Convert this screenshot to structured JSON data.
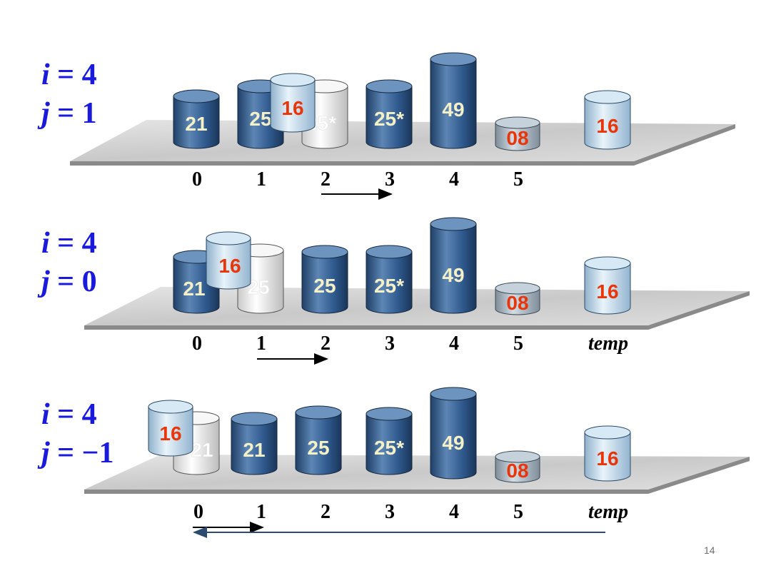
{
  "page_number": "14",
  "colors": {
    "blue_cylinder": "#2f5a8e",
    "light_cylinder": "#bcd8ec",
    "white_cylinder": "#f2f2f2",
    "gray_cylinder": "#a9b7c2",
    "variable_text": "#1a1adc",
    "temp_value_text": "#e8360a",
    "arrow_blue": "#2b4a70"
  },
  "rows": [
    {
      "i_label": "i",
      "i_eq": "= 4",
      "j_label": "j",
      "j_eq": "= 1",
      "indices": [
        "0",
        "1",
        "2",
        "3",
        "4",
        "5"
      ],
      "temp_label": "",
      "cylinders": [
        {
          "value": "21",
          "style": "blue"
        },
        {
          "value": "25",
          "style": "blue"
        },
        {
          "value": "25*",
          "style": "white"
        },
        {
          "value": "16",
          "style": "light"
        },
        {
          "value": "25*",
          "style": "blue"
        },
        {
          "value": "49",
          "style": "blue"
        },
        {
          "value": "08",
          "style": "gray"
        },
        {
          "value": "16",
          "style": "light"
        }
      ]
    },
    {
      "i_label": "i",
      "i_eq": "= 4",
      "j_label": "j",
      "j_eq": "= 0",
      "indices": [
        "0",
        "1",
        "2",
        "3",
        "4",
        "5"
      ],
      "temp_label": "temp",
      "cylinders": [
        {
          "value": "21",
          "style": "blue"
        },
        {
          "value": "25",
          "style": "white"
        },
        {
          "value": "16",
          "style": "light"
        },
        {
          "value": "25",
          "style": "blue"
        },
        {
          "value": "25*",
          "style": "blue"
        },
        {
          "value": "49",
          "style": "blue"
        },
        {
          "value": "08",
          "style": "gray"
        },
        {
          "value": "16",
          "style": "light"
        }
      ]
    },
    {
      "i_label": "i",
      "i_eq": "= 4",
      "j_label": "j",
      "j_eq": "= −1",
      "indices": [
        "0",
        "1",
        "2",
        "3",
        "4",
        "5"
      ],
      "temp_label": "temp",
      "cylinders": [
        {
          "value": "21",
          "style": "white"
        },
        {
          "value": "16",
          "style": "light"
        },
        {
          "value": "21",
          "style": "blue"
        },
        {
          "value": "25",
          "style": "blue"
        },
        {
          "value": "25*",
          "style": "blue"
        },
        {
          "value": "49",
          "style": "blue"
        },
        {
          "value": "08",
          "style": "gray"
        },
        {
          "value": "16",
          "style": "light"
        }
      ]
    }
  ]
}
